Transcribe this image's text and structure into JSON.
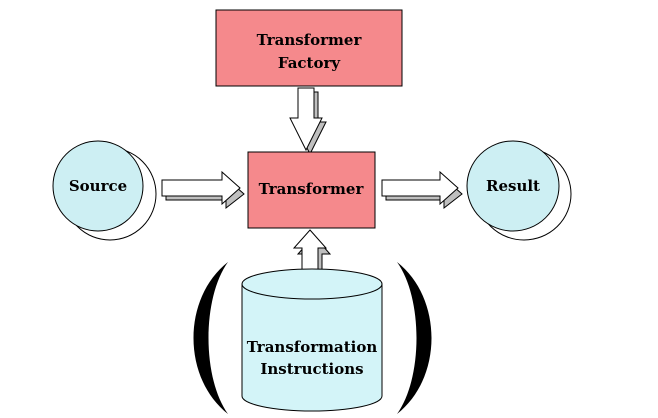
{
  "diagram": {
    "factory_line1": "Transformer",
    "factory_line2": "Factory",
    "transformer": "Transformer",
    "source": "Source",
    "result": "Result",
    "instructions_line1": "Transformation",
    "instructions_line2": "Instructions"
  },
  "colors": {
    "box_fill": "#f5898c",
    "circle_fill": "#cdeff3",
    "cylinder_fill": "#d3f4f8"
  }
}
